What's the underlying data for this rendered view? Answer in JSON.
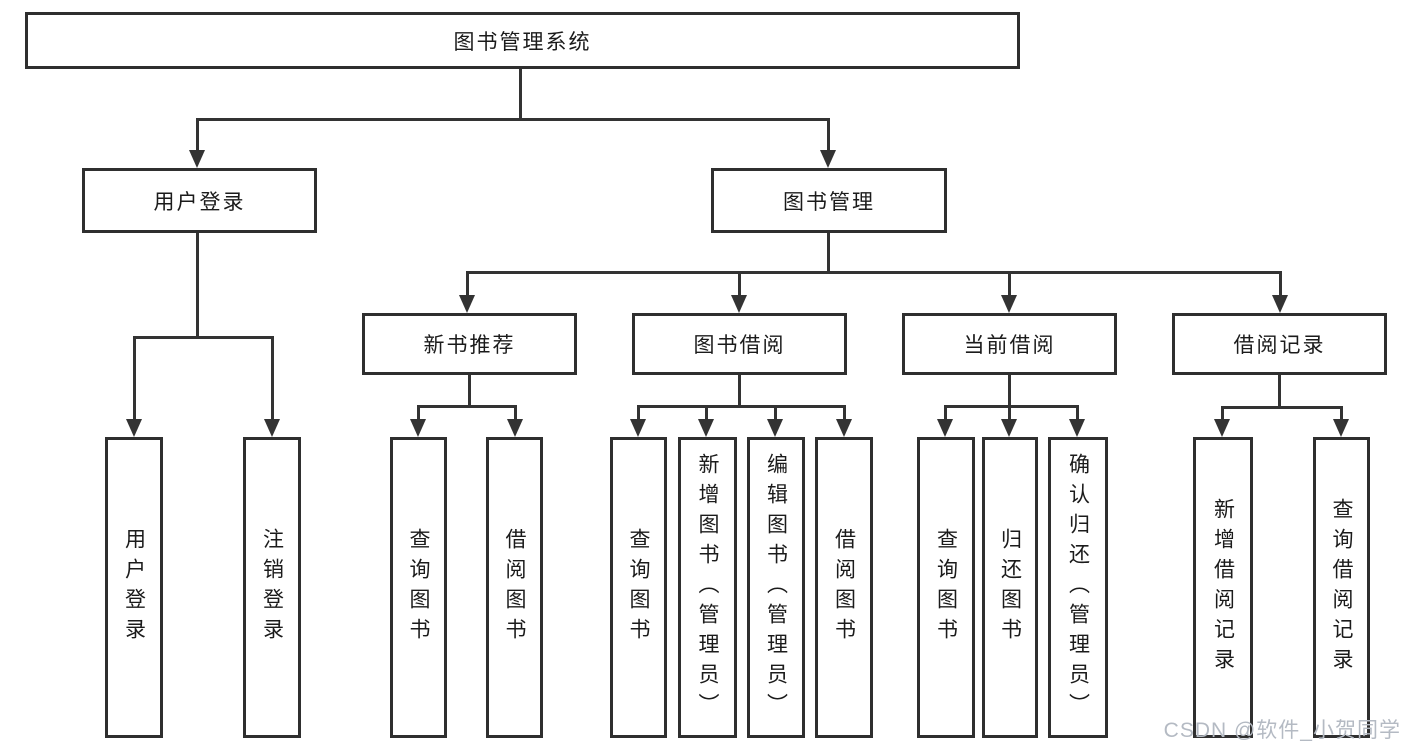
{
  "diagram": {
    "root": {
      "label": "图书管理系统"
    },
    "branches": [
      {
        "label": "用户登录",
        "children": [
          {
            "label": "用户登录"
          },
          {
            "label": "注销登录"
          }
        ]
      },
      {
        "label": "图书管理",
        "children": [
          {
            "label": "新书推荐",
            "children": [
              {
                "label": "查询图书"
              },
              {
                "label": "借阅图书"
              }
            ]
          },
          {
            "label": "图书借阅",
            "children": [
              {
                "label": "查询图书"
              },
              {
                "label": "新增图书（管理员）"
              },
              {
                "label": "编辑图书（管理员）"
              },
              {
                "label": "借阅图书"
              }
            ]
          },
          {
            "label": "当前借阅",
            "children": [
              {
                "label": "查询图书"
              },
              {
                "label": "归还图书"
              },
              {
                "label": "确认归还（管理员）"
              }
            ]
          },
          {
            "label": "借阅记录",
            "children": [
              {
                "label": "新增借阅记录"
              },
              {
                "label": "查询借阅记录"
              }
            ]
          }
        ]
      }
    ],
    "watermark": "CSDN @软件_小贺同学",
    "colors": {
      "background": "#ffffff",
      "box_border": "#2f2f2f",
      "line": "#333333",
      "text": "#1b1b1b",
      "watermark": "#b4bac3"
    }
  }
}
